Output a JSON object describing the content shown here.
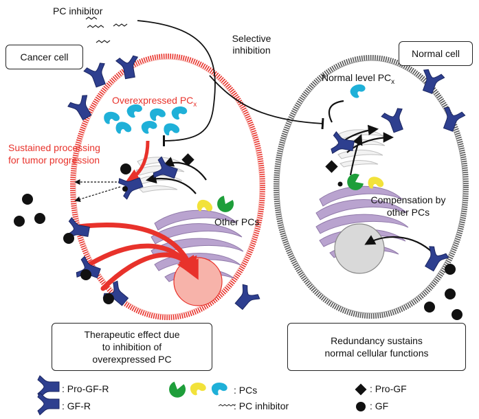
{
  "labels": {
    "pc_inhibitor": "PC inhibitor",
    "selective_inhibition_1": "Selective",
    "selective_inhibition_2": "inhibition",
    "cancer_cell": "Cancer cell",
    "normal_cell": "Normal cell",
    "overexpressed_pc": "Overexpressed PC",
    "overexpressed_pc_sub": "x",
    "normal_level_pc": "Normal level PC",
    "normal_level_pc_sub": "x",
    "sustained_1": "Sustained processing",
    "sustained_2": "for tumor progression",
    "other_pcs": "Other PCs",
    "compensation_1": "Compensation by",
    "compensation_2": "other PCs"
  },
  "boxes": {
    "therapeutic_1": "Therapeutic effect due",
    "therapeutic_2": "to inhibition of",
    "therapeutic_3": "overexpressed PC",
    "redundancy_1": "Redundancy sustains",
    "redundancy_2": "normal cellular functions"
  },
  "legend": {
    "pro_gf_r": ": Pro-GF-R",
    "gf_r": ": GF-R",
    "pcs": ": PCs",
    "pc_inhibitor": ": PC inhibitor",
    "pro_gf": ": Pro-GF",
    "gf": ": GF"
  },
  "colors": {
    "receptor": "#2e3f8f",
    "pc_cyan": "#1fb0d8",
    "pc_green": "#1e9e3a",
    "pc_yellow": "#f2e23a",
    "golgi": "#b9a3cf",
    "cancer_membrane": "#e8322b",
    "red_text": "#e8322b",
    "nucleus_cancer": "#f7b3aa",
    "nucleus_normal": "#d9d9d9"
  }
}
